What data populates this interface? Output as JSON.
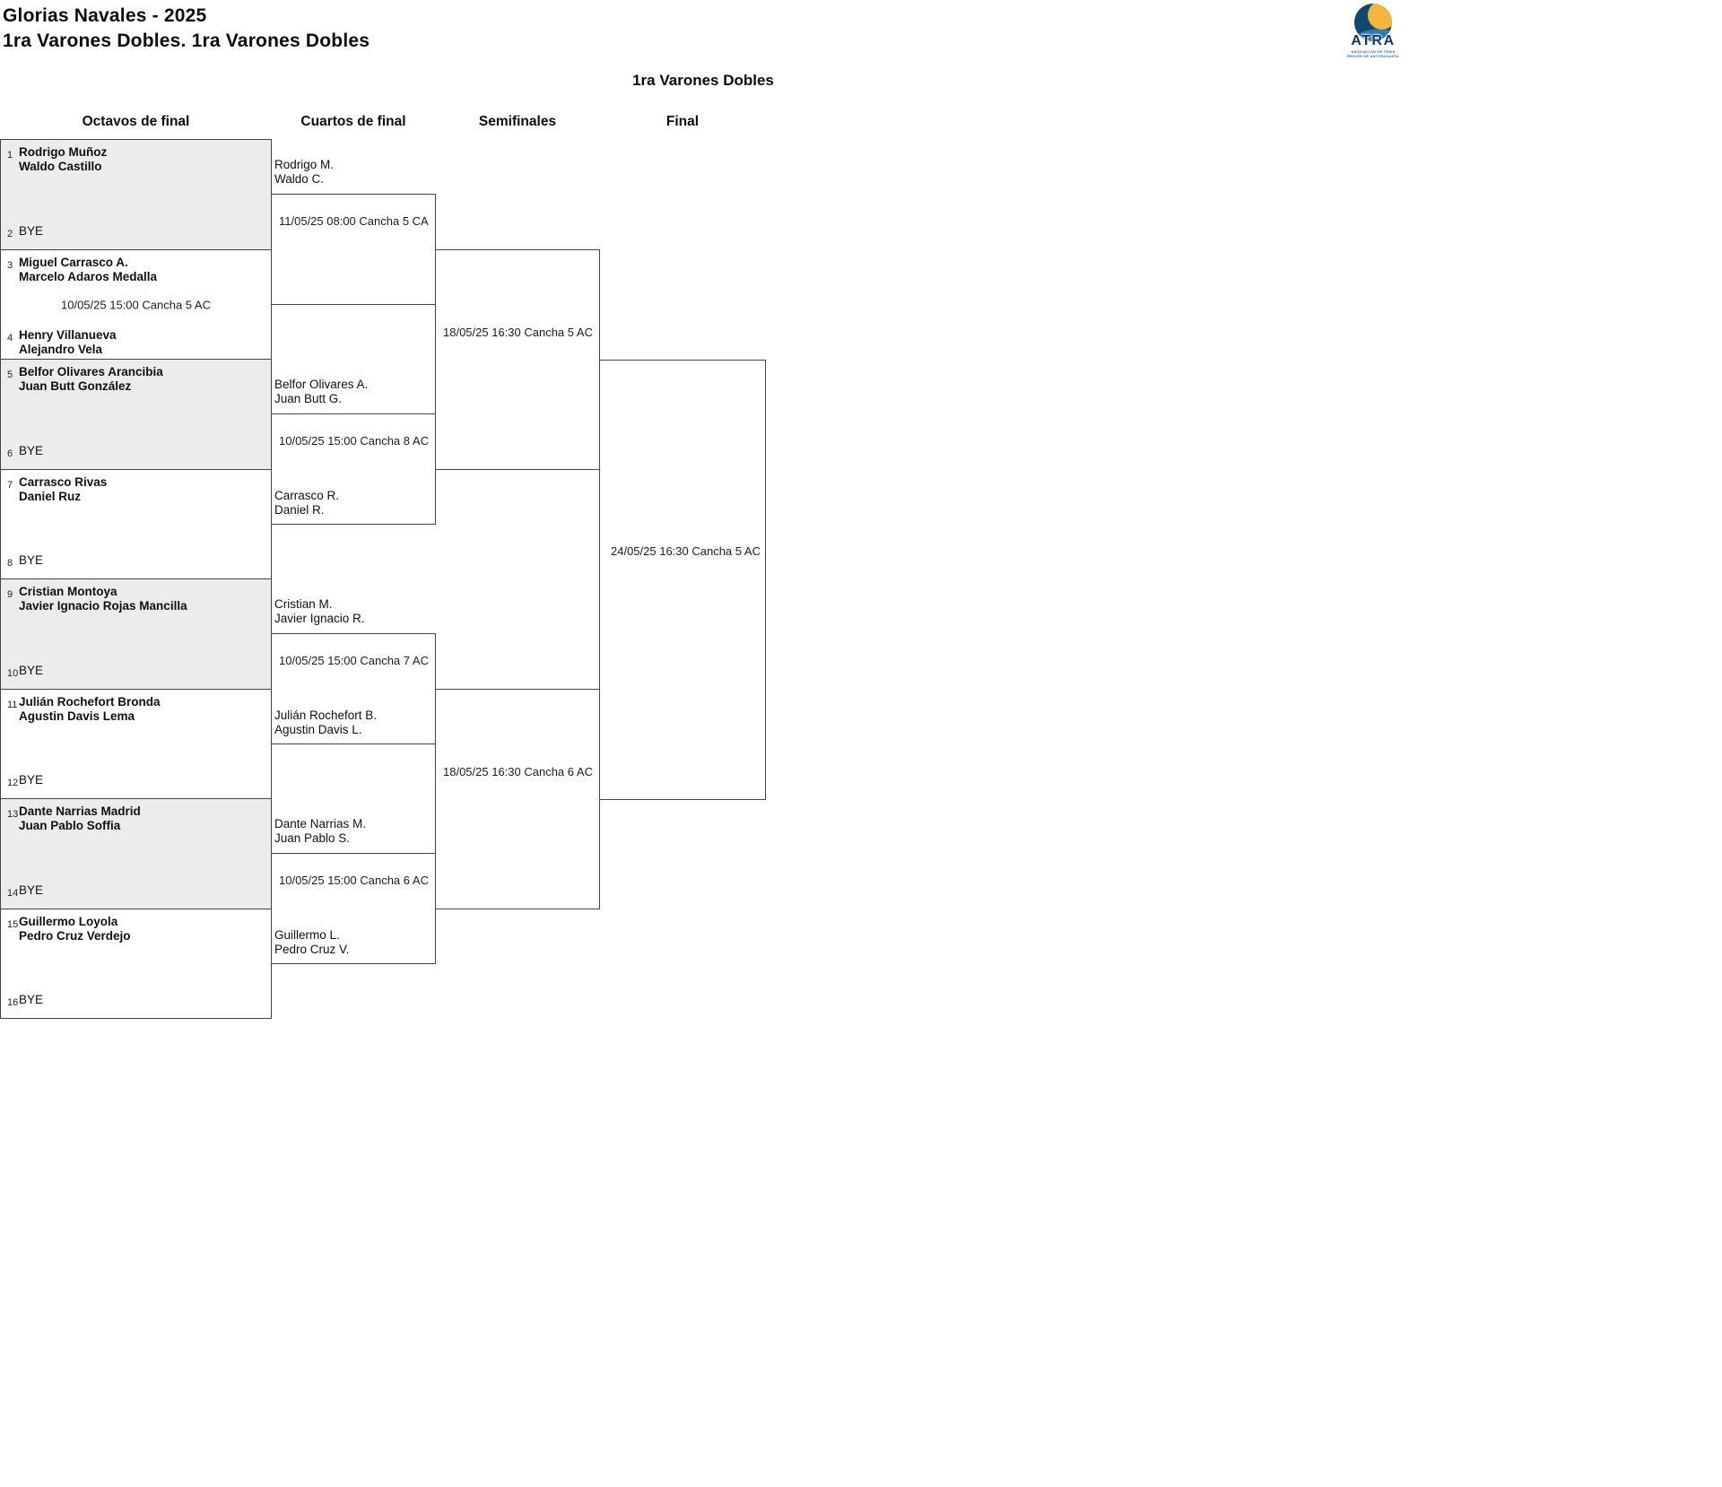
{
  "header": {
    "title": "Glorias Navales - 2025",
    "subtitle": "1ra Varones Dobles. 1ra Varones Dobles"
  },
  "logo": {
    "acronym": "ATRA",
    "line1": "ASOCIACIÓN DE TENIS",
    "line2": "REGIÓN DE ANTOFAGASTA"
  },
  "bracket": {
    "title": "1ra Varones Dobles",
    "round_headers": [
      "Octavos de final",
      "Cuartos de final",
      "Semifinales",
      "Final"
    ]
  },
  "round1": [
    {
      "seed_top": "1",
      "top1": "Rodrigo Muñoz",
      "top2": "Waldo Castillo",
      "seed_bottom": "2",
      "bottom1": "BYE",
      "bottom2": "",
      "schedule": ""
    },
    {
      "seed_top": "3",
      "top1": "Miguel Carrasco A.",
      "top2": "Marcelo Adaros Medalla",
      "seed_bottom": "4",
      "bottom1": "Henry Villanueva",
      "bottom2": "Alejandro Vela",
      "schedule": "10/05/25 15:00 Cancha 5 AC"
    },
    {
      "seed_top": "5",
      "top1": "Belfor Olivares Arancibia",
      "top2": "Juan Butt González",
      "seed_bottom": "6",
      "bottom1": "BYE",
      "bottom2": "",
      "schedule": ""
    },
    {
      "seed_top": "7",
      "top1": "Carrasco Rivas",
      "top2": "Daniel Ruz",
      "seed_bottom": "8",
      "bottom1": "BYE",
      "bottom2": "",
      "schedule": ""
    },
    {
      "seed_top": "9",
      "top1": "Cristian Montoya",
      "top2": "Javier Ignacio Rojas Mancilla",
      "seed_bottom": "10",
      "bottom1": "BYE",
      "bottom2": "",
      "schedule": ""
    },
    {
      "seed_top": "11",
      "top1": "Julián Rochefort Bronda",
      "top2": "Agustin Davis Lema",
      "seed_bottom": "12",
      "bottom1": "BYE",
      "bottom2": "",
      "schedule": ""
    },
    {
      "seed_top": "13",
      "top1": "Dante Narrias Madrid",
      "top2": "Juan Pablo Soffia",
      "seed_bottom": "14",
      "bottom1": "BYE",
      "bottom2": "",
      "schedule": ""
    },
    {
      "seed_top": "15",
      "top1": "Guillermo Loyola",
      "top2": "Pedro Cruz Verdejo",
      "seed_bottom": "16",
      "bottom1": "BYE",
      "bottom2": "",
      "schedule": ""
    }
  ],
  "quarterfinals": [
    {
      "top1": "Rodrigo M.",
      "top2": "Waldo C.",
      "bottom1": "",
      "bottom2": "",
      "schedule": "11/05/25 08:00 Cancha 5 CA"
    },
    {
      "top1": "Belfor Olivares A.",
      "top2": "Juan Butt G.",
      "bottom1": "Carrasco R.",
      "bottom2": "Daniel R.",
      "schedule": "10/05/25 15:00 Cancha 8 AC"
    },
    {
      "top1": "Cristian M.",
      "top2": "Javier Ignacio R.",
      "bottom1": "Julián Rochefort B.",
      "bottom2": "Agustin Davis L.",
      "schedule": "10/05/25 15:00 Cancha 7 AC"
    },
    {
      "top1": "Dante Narrias M.",
      "top2": "Juan Pablo S.",
      "bottom1": "Guillermo L.",
      "bottom2": "Pedro Cruz V.",
      "schedule": "10/05/25 15:00 Cancha 6 AC"
    }
  ],
  "semifinals": [
    {
      "schedule": "18/05/25 16:30 Cancha 5 AC"
    },
    {
      "schedule": "18/05/25 16:30 Cancha 6 AC"
    }
  ],
  "final": {
    "schedule": "24/05/25 16:30 Cancha 5 AC"
  }
}
